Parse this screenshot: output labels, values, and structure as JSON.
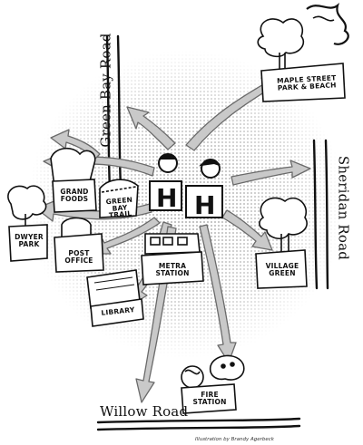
{
  "roads": {
    "green_bay": "Green Bay Road",
    "sheridan": "Sheridan Road",
    "willow": "Willow Road"
  },
  "destinations": {
    "maple_street": [
      "MAPLE STREET",
      "PARK & BEACH"
    ],
    "grand_foods": [
      "GRAND",
      "FOODS"
    ],
    "green_bay_trail": [
      "GREEN BAY",
      "TRAIL"
    ],
    "dwyer_park": [
      "DWYER",
      "PARK"
    ],
    "post_office": [
      "POST",
      "OFFICE"
    ],
    "metra_station": [
      "METRA",
      "STATION"
    ],
    "village_green": [
      "VILLAGE",
      "GREEN"
    ],
    "library": "LIBRARY",
    "fire_station": [
      "FIRE",
      "STATION"
    ]
  },
  "credit": "Illustration by Brandy Agerbeck",
  "colors": {
    "arrow_fill": "#c9c9c9",
    "arrow_stroke": "#6a6a6a",
    "ink": "#111111",
    "halftone": "#8a8a8a"
  },
  "icons": [
    "school-building-icon",
    "tree-icon",
    "sun-icon",
    "bus-icon",
    "train-icon",
    "book-icon",
    "dog-icon",
    "flame-icon",
    "grocery-bag-icon",
    "mailbox-icon"
  ]
}
